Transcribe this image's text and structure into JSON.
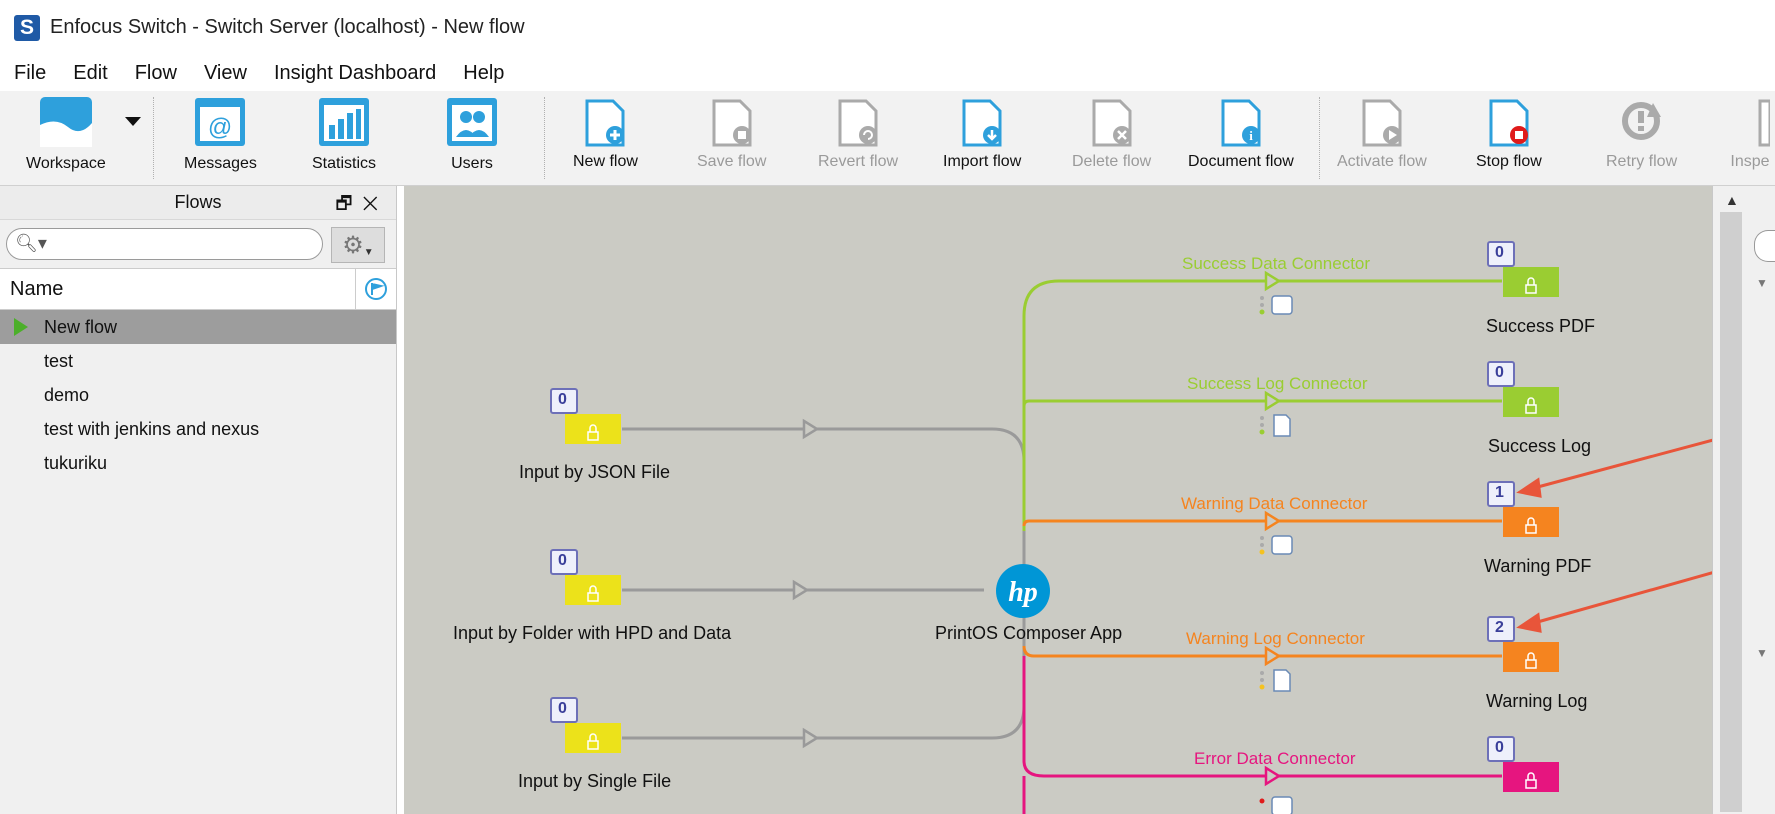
{
  "window": {
    "title": "Enfocus Switch - Switch Server (localhost) - New flow",
    "app_icon_letter": "S"
  },
  "menu": [
    "File",
    "Edit",
    "Flow",
    "View",
    "Insight Dashboard",
    "Help"
  ],
  "toolbar": {
    "workspace": "Workspace",
    "messages": "Messages",
    "statistics": "Statistics",
    "users": "Users",
    "new_flow": "New flow",
    "save_flow": "Save flow",
    "revert_flow": "Revert flow",
    "import_flow": "Import flow",
    "delete_flow": "Delete flow",
    "document_flow": "Document flow",
    "activate_flow": "Activate flow",
    "stop_flow": "Stop flow",
    "retry_flow": "Retry flow",
    "inspect": "Inspe"
  },
  "flows_panel": {
    "title": "Flows",
    "search_placeholder": "",
    "column_name": "Name",
    "items": [
      "New flow",
      "test",
      "demo",
      "test with jenkins and nexus",
      "tukuriku"
    ],
    "selected_index": 0
  },
  "flow": {
    "inputs": [
      {
        "label": "Input by JSON File",
        "count": "0"
      },
      {
        "label": "Input by Folder with HPD and Data",
        "count": "0"
      },
      {
        "label": "Input by Single File",
        "count": "0"
      }
    ],
    "app": {
      "label": "PrintOS Composer App",
      "logo": "hp"
    },
    "outputs": [
      {
        "connector": "Success Data Connector",
        "label": "Success PDF",
        "count": "0",
        "color": "#9acd32"
      },
      {
        "connector": "Success Log Connector",
        "label": "Success Log",
        "count": "0",
        "color": "#9acd32"
      },
      {
        "connector": "Warning Data Connector",
        "label": "Warning PDF",
        "count": "1",
        "color": "#f5841f"
      },
      {
        "connector": "Warning Log Connector",
        "label": "Warning Log",
        "count": "2",
        "color": "#f5841f"
      },
      {
        "connector": "Error Data Connector",
        "label": "",
        "count": "0",
        "color": "#e6157f"
      }
    ]
  },
  "colors": {
    "success": "#9acd32",
    "warning": "#f5841f",
    "error": "#e6157f",
    "input": "#ece21a",
    "annotation": "#e8553a"
  }
}
